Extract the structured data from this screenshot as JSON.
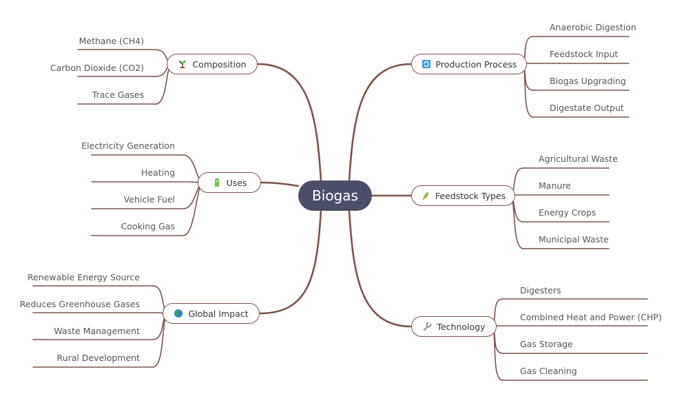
{
  "center": {
    "label": "Biogas"
  },
  "branches": {
    "composition": {
      "label": "Composition",
      "icon": "seedling-icon",
      "items": [
        "Methane (CH4)",
        "Carbon Dioxide (CO2)",
        "Trace Gases"
      ]
    },
    "uses": {
      "label": "Uses",
      "icon": "battery-icon",
      "items": [
        "Electricity Generation",
        "Heating",
        "Vehicle Fuel",
        "Cooking Gas"
      ]
    },
    "global_impact": {
      "label": "Global Impact",
      "icon": "globe-icon",
      "items": [
        "Renewable Energy Source",
        "Reduces Greenhouse Gases",
        "Waste Management",
        "Rural Development"
      ]
    },
    "production_process": {
      "label": "Production Process",
      "icon": "cycle-icon",
      "items": [
        "Anaerobic Digestion",
        "Feedstock Input",
        "Biogas Upgrading",
        "Digestate Output"
      ]
    },
    "feedstock_types": {
      "label": "Feedstock Types",
      "icon": "leaf-icon",
      "items": [
        "Agricultural Waste",
        "Manure",
        "Energy Crops",
        "Municipal Waste"
      ]
    },
    "technology": {
      "label": "Technology",
      "icon": "wrench-icon",
      "items": [
        "Digesters",
        "Combined Heat and Power (CHP)",
        "Gas Storage",
        "Gas Cleaning"
      ]
    }
  },
  "colors": {
    "line": "#7a5148",
    "center_fill": "#4b5068"
  }
}
